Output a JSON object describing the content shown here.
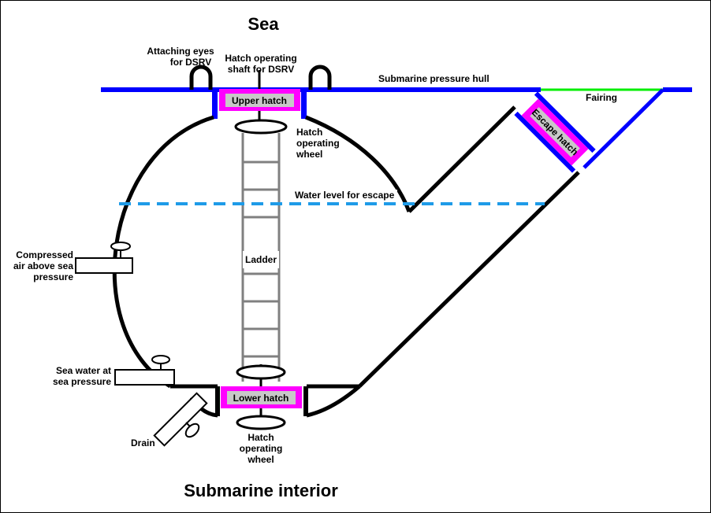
{
  "title_top": "Sea",
  "title_bottom": "Submarine interior",
  "labels": {
    "attaching_eyes": [
      "Attaching eyes",
      "for DSRV"
    ],
    "hatch_shaft": [
      "Hatch operating",
      "shaft for DSRV"
    ],
    "pressure_hull": "Submarine pressure hull",
    "fairing": "Fairing",
    "upper_hatch": "Upper hatch",
    "lower_hatch": "Lower hatch",
    "escape_hatch": "Escape hatch",
    "upper_wheel": [
      "Hatch",
      "operating",
      "wheel"
    ],
    "lower_wheel": [
      "Hatch",
      "operating",
      "wheel"
    ],
    "water_level": "Water level for escape",
    "ladder": "Ladder",
    "compressed_air": [
      "Compressed",
      "air above sea",
      "pressure"
    ],
    "sea_water": [
      "Sea water at",
      "sea pressure"
    ],
    "drain": "Drain"
  },
  "colors": {
    "hull": "#0000ff",
    "fairing": "#00ee00",
    "hatch_frame": "#ff00ff",
    "hatch_fill": "#c8c8c8",
    "water": "#1e9be8",
    "ladder": "#808080",
    "outline": "#000000"
  }
}
